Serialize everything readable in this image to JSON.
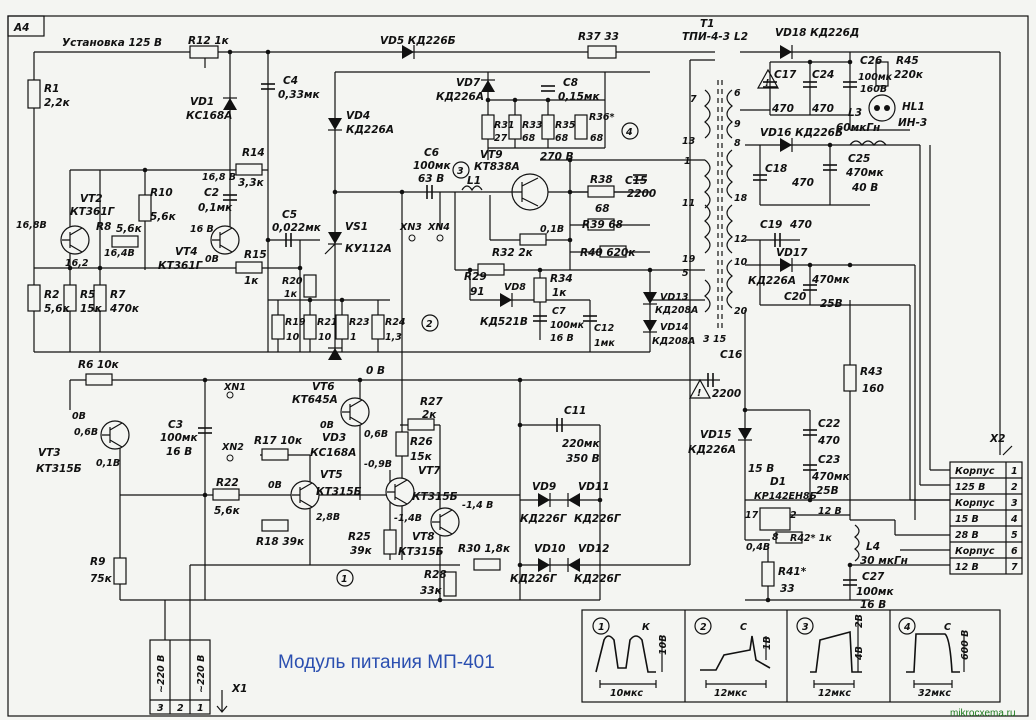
{
  "sheet_id": "A4",
  "title": "Модуль питания МП-401",
  "watermark": "mikrocxema.ru",
  "labels": {
    "setup": "Установка 125 В",
    "r12": "R12 1к",
    "vd5": "VD5 КД226Б",
    "r37": "R37 33",
    "t1": "T1",
    "t1type": "ТПИ-4-3",
    "l2": "L2",
    "vd18": "VD18 КД226Д",
    "r1": "R1",
    "r1v": "2,2к",
    "vd1": "VD1",
    "vd1t": "КС168А",
    "c4": "C4",
    "c4v": "0,33мк",
    "vd7": "VD7",
    "vd7t": "КД226А",
    "c8": "C8",
    "c8v": "0,15мк",
    "r31": "R31",
    "r31v": "27",
    "r33": "R33",
    "r33v": "68",
    "r35": "R35",
    "r35v": "68",
    "r36": "R36*",
    "r36v": "68",
    "vd4": "VD4",
    "vd4t": "КД226А",
    "r14": "R14",
    "r14v": "3,3к",
    "c6": "C6",
    "c6v": "100мк",
    "c6u": "63 В",
    "vt9": "VT9",
    "vt9t": "КТ838А",
    "v270": "270 В",
    "c15": "C15",
    "c15v": "2200",
    "r10": "R10",
    "r10v": "5,6к",
    "c2": "C2",
    "c2v": "0,1мк",
    "v168a": "16,8 В",
    "v168b": "16,8 В",
    "vt2": "VT2",
    "vt2t": "КТ361Г",
    "v168c": "16,8В",
    "r8": "R8",
    "r8v": "5,6к",
    "v162": "16,2",
    "v164": "16,4В",
    "vt4": "VT4",
    "vt4t": "КТ361Г",
    "v16": "16 В",
    "v0g": "0В",
    "c5": "C5",
    "c5v": "0,022мк",
    "vs1": "VS1",
    "vs1t": "КУ112А",
    "xn3": "XN3",
    "xn4": "XN4",
    "l1": "L1",
    "r38": "R38",
    "r38v": "68",
    "r39": "R39 68",
    "v01": "0,1В",
    "r32": "R32 2к",
    "r40": "R40 620к",
    "r15": "R15",
    "r15v": "1к",
    "r20": "R20",
    "r20v": "1к",
    "r29": "R29",
    "r29v": "91",
    "r34": "R34",
    "r34v": "1к",
    "vd8": "VD8",
    "vd8t": "КД521В",
    "c7": "C7",
    "c7v": "100мк",
    "c7u": "16 В",
    "c12": "C12",
    "c12v": "1мк",
    "r2": "R2",
    "r2v": "5,6к",
    "r5": "R5",
    "r5v": "15к",
    "r7": "R7",
    "r7v": "470к",
    "r19": "R19",
    "r19v": "10",
    "r21": "R21",
    "r21v": "10",
    "r23": "R23",
    "r23v": "1",
    "r24": "R24",
    "r24v": "1,3",
    "vd13": "VD13",
    "vd13t": "КД208А",
    "vd14": "VD14",
    "vd14t": "КД208А",
    "r6": "R6 10к",
    "v0b": "0 В",
    "xn1": "XN1",
    "vt6": "VT6",
    "vt6t": "КТ645А",
    "r27": "R27",
    "r27v": "2к",
    "c11": "C11",
    "c16": "C16",
    "c16v": "2200",
    "v0c": "0В",
    "vd3": "VD3",
    "vd3t": "КС168А",
    "v06": "0,6В",
    "r26": "R26",
    "r26v": "15к",
    "c11v": "220мк",
    "c11u": "350 В",
    "vt3v": "0,6В",
    "vt3": "VT3",
    "vt3t": "КТ315Б",
    "v0d": "0В",
    "c3": "C3",
    "c3v": "100мк",
    "c3u": "16 В",
    "xn2": "XN2",
    "r17": "R17 10к",
    "v09": "-0,9В",
    "vt7": "VT7",
    "vt7t": "КТ315Б",
    "v14": "-1,4 В",
    "v01b": "0,1В",
    "r22": "R22",
    "r22v": "5,6к",
    "v0e": "0В",
    "vt5": "VT5",
    "vt5t": "КТ315Б",
    "v28": "2,8В",
    "v14b": "-1,4В",
    "vt8": "VT8",
    "vt8t": "КТ315Б",
    "vd9": "VD9",
    "vd9t": "КД226Г",
    "vd11": "VD11",
    "vd11t": "КД226Г",
    "r18": "R18 39к",
    "r25": "R25",
    "r25v": "39к",
    "r30": "R30 1,8к",
    "vd10": "VD10",
    "vd10t": "КД226Г",
    "vd12": "VD12",
    "vd12t": "КД226Г",
    "r9": "R9",
    "r9v": "75к",
    "r28": "R28",
    "r28v": "33к",
    "vd16": "VD16 КД226Б",
    "c18": "C18",
    "c18v": "470",
    "c25": "C25",
    "c25v": "470мк",
    "c25u": "40 В",
    "c19": "C19",
    "c19v": "470",
    "vd17": "VD17",
    "vd17t": "КД226А",
    "c20v": "470мк",
    "c20": "C20",
    "c20u": "25В",
    "c17": "C17",
    "c17v": "470",
    "c24": "C24",
    "c24v": "470",
    "c26": "C26",
    "c26v": "100мк",
    "c26u": "160В",
    "r45": "R45",
    "r45v": "220к",
    "l3": "L3",
    "l3v": "60мкГн",
    "hl1": "HL1",
    "hl1t": "ИН-3",
    "r43": "R43",
    "r43v": "160",
    "vd15": "VD15",
    "vd15t": "КД226А",
    "c22": "C22",
    "c22v": "470",
    "c23": "C23",
    "c23v": "470мк",
    "c23u": "25В",
    "v15": "15 В",
    "d1": "D1",
    "d1t": "КР142ЕН8Б",
    "p17": "17",
    "p2": "2",
    "v12": "12 В",
    "p8": "8",
    "r42": "R42* 1к",
    "v04": "0,4В",
    "l4": "L4",
    "l4v": "30 мкГн",
    "r41": "R41*",
    "r41v": "33",
    "c27": "C27",
    "c27v": "100мк",
    "c27u": "16 В",
    "x2": "X2",
    "x1": "X1",
    "ac1": "~220 В",
    "ac2": "~220 В",
    "p13": "13",
    "p1": "1",
    "p11": "11",
    "p19": "19",
    "p5": "5",
    "p3": "3",
    "p15": "15",
    "p6": "6",
    "p8t": "8",
    "p18": "18",
    "p12": "12",
    "p10": "10",
    "p20": "20",
    "p7": "7",
    "p9": "9",
    "n1": "1",
    "n2": "2",
    "n3": "3",
    "n4": "4"
  },
  "x2_connector": [
    {
      "pin": "1",
      "label": "Корпус"
    },
    {
      "pin": "2",
      "label": "125 В"
    },
    {
      "pin": "3",
      "label": "Корпус"
    },
    {
      "pin": "4",
      "label": "15 В"
    },
    {
      "pin": "5",
      "label": "28 В"
    },
    {
      "pin": "6",
      "label": "Корпус"
    },
    {
      "pin": "7",
      "label": "12 В"
    }
  ],
  "x1_connector": [
    {
      "pin": "3"
    },
    {
      "pin": "2"
    },
    {
      "pin": "1"
    }
  ],
  "waveforms": [
    {
      "num": "1",
      "letter": "К",
      "amp": "10В",
      "time": "10мкс"
    },
    {
      "num": "2",
      "letter": "С",
      "amp": "1В",
      "time": "12мкс"
    },
    {
      "num": "3",
      "letter": "",
      "amp": "4В",
      "amp2": "2В",
      "time": "12мкс"
    },
    {
      "num": "4",
      "letter": "С",
      "amp": "600 В",
      "time": "32мкс"
    }
  ]
}
